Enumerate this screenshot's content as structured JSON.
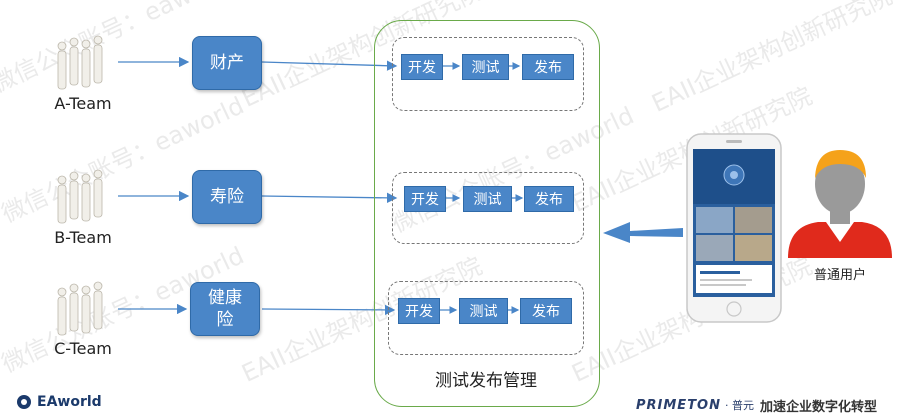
{
  "teams": [
    {
      "label": "A-Team",
      "dept": "财产"
    },
    {
      "label": "B-Team",
      "dept": "寿险"
    },
    {
      "label": "C-Team",
      "dept": "健康\n险"
    }
  ],
  "pipeline_steps": [
    "开发",
    "测试",
    "发布"
  ],
  "mgmt_title": "测试发布管理",
  "user_label": "普通用户",
  "footer": {
    "left_logo_text": "EAworld",
    "brand": "PRIMETON",
    "brand_suffix": "· 普元",
    "slogan": "加速企业数字化转型"
  },
  "watermarks": [
    "微信公众账号：eaworld",
    "EAII企业架构创新研究院"
  ],
  "colors": {
    "box_blue": "#4a86c8",
    "arrow_blue": "#4a86c8",
    "frame_green": "#6aaa4a"
  }
}
